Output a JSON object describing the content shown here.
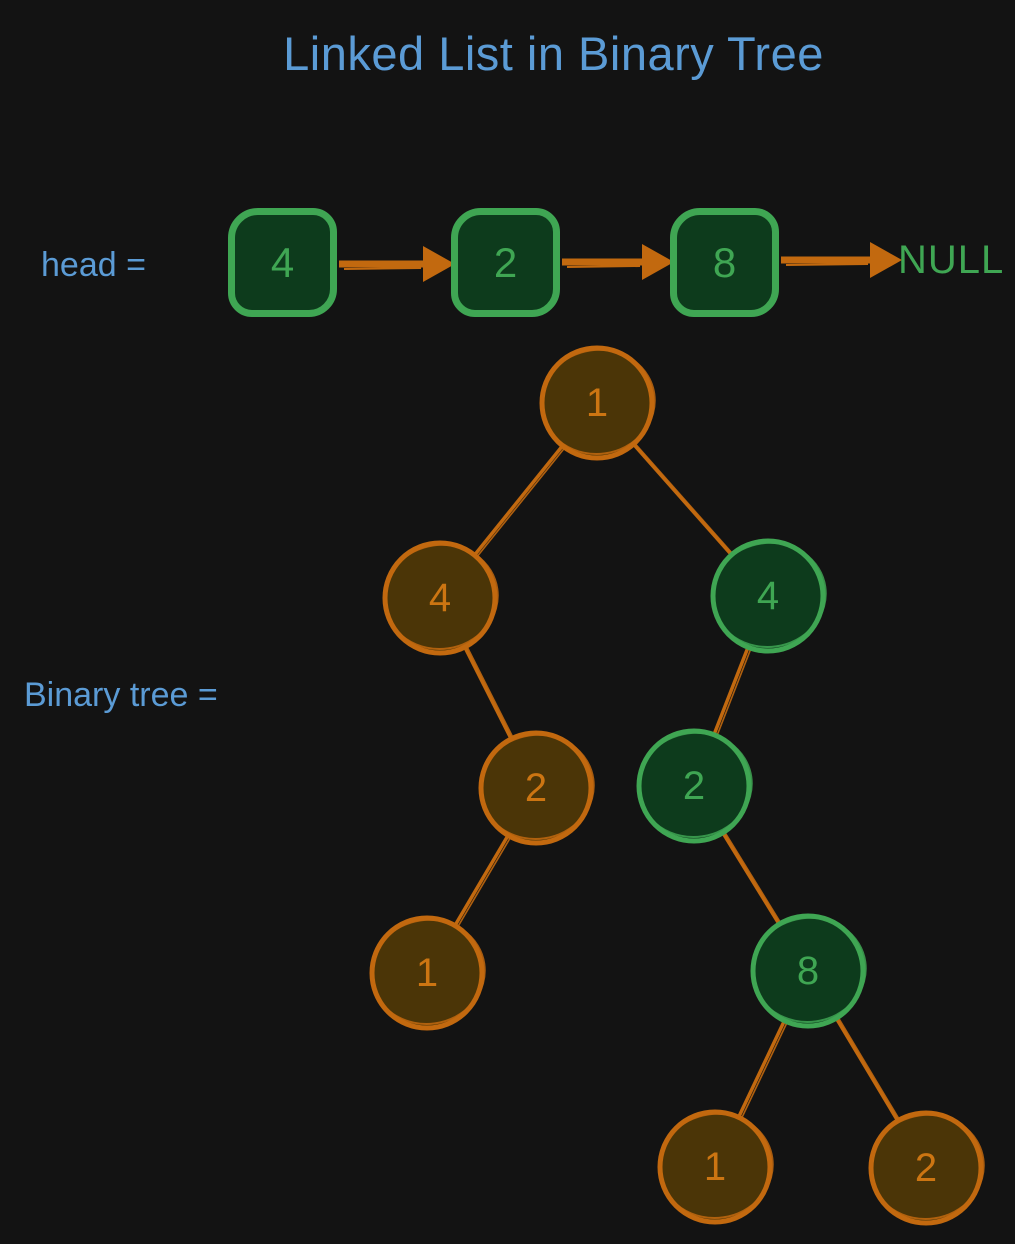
{
  "title": "Linked List in Binary Tree",
  "colors": {
    "background": "#131313",
    "title_color": "#5b9bd5",
    "green_stroke": "#3fa653",
    "green_fill": "#0d3b1c",
    "green_text": "#3fa653",
    "orange_stroke": "#c2690f",
    "orange_fill": "#4b3507",
    "orange_text": "#cc7512"
  },
  "linked_list": {
    "label": "head =",
    "nodes": [
      "4",
      "2",
      "8"
    ],
    "terminator": "NULL"
  },
  "tree": {
    "label": "Binary tree =",
    "nodes": [
      {
        "id": "root",
        "value": "1",
        "color": "orange"
      },
      {
        "id": "l",
        "value": "4",
        "color": "orange"
      },
      {
        "id": "r",
        "value": "4",
        "color": "green"
      },
      {
        "id": "lr",
        "value": "2",
        "color": "orange"
      },
      {
        "id": "rl",
        "value": "2",
        "color": "green"
      },
      {
        "id": "lrl",
        "value": "1",
        "color": "orange"
      },
      {
        "id": "rlr",
        "value": "8",
        "color": "green"
      },
      {
        "id": "rlrl",
        "value": "1",
        "color": "orange"
      },
      {
        "id": "rlrr",
        "value": "2",
        "color": "orange"
      }
    ],
    "edges": [
      [
        "root",
        "l"
      ],
      [
        "root",
        "r"
      ],
      [
        "l",
        "lr"
      ],
      [
        "lr",
        "lrl"
      ],
      [
        "r",
        "rl"
      ],
      [
        "rl",
        "rlr"
      ],
      [
        "rlr",
        "rlrl"
      ],
      [
        "rlr",
        "rlrr"
      ]
    ]
  }
}
